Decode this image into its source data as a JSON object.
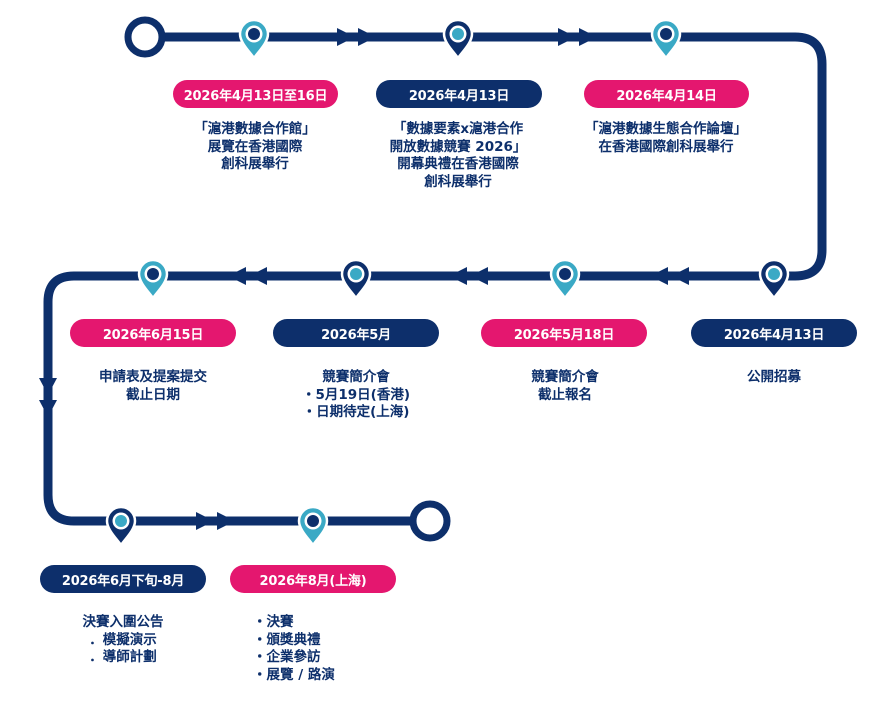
{
  "colors": {
    "navy": "#0d2f6b",
    "pink": "#e4176f",
    "teal": "#3aa9c5",
    "white": "#ffffff"
  },
  "milestones": [
    {
      "id": "m1",
      "date": "2026年4月13日至16日",
      "badge": "pink",
      "pin": "teal",
      "lines": [
        "「滬港數據合作館」",
        "展覽在香港國際",
        "創科展舉行"
      ]
    },
    {
      "id": "m2",
      "date": "2026年4月13日",
      "badge": "navy",
      "pin": "navy",
      "lines": [
        "「數據要素x滬港合作",
        "開放數據競賽 2026」",
        "開幕典禮在香港國際",
        "創科展舉行"
      ]
    },
    {
      "id": "m3",
      "date": "2026年4月14日",
      "badge": "pink",
      "pin": "teal",
      "lines": [
        "「滬港數據生態合作論壇」",
        "在香港國際創科展舉行"
      ]
    },
    {
      "id": "m4",
      "date": "2026年4月13日",
      "badge": "navy",
      "pin": "navy",
      "lines": [
        "公開招募"
      ]
    },
    {
      "id": "m5",
      "date": "2026年5月18日",
      "badge": "pink",
      "pin": "teal",
      "lines": [
        "競賽簡介會",
        "截止報名"
      ]
    },
    {
      "id": "m6",
      "date": "2026年5月",
      "badge": "navy",
      "pin": "navy",
      "lines": [
        "競賽簡介會",
        "・5月19日(香港)",
        "・日期待定(上海)"
      ]
    },
    {
      "id": "m7",
      "date": "2026年6月15日",
      "badge": "pink",
      "pin": "teal",
      "lines": [
        "申請表及提案提交",
        "截止日期"
      ]
    },
    {
      "id": "m8",
      "date": "2026年6月下旬-8月",
      "badge": "navy",
      "pin": "navy",
      "lines": [
        "決賽入圍公告",
        "．模擬演示",
        "．導師計劃"
      ]
    },
    {
      "id": "m9",
      "date": "2026年8月(上海)",
      "badge": "pink",
      "pin": "teal",
      "lines": [
        "・決賽",
        "・頒獎典禮",
        "・企業參訪",
        "・展覽 / 路演"
      ]
    }
  ]
}
